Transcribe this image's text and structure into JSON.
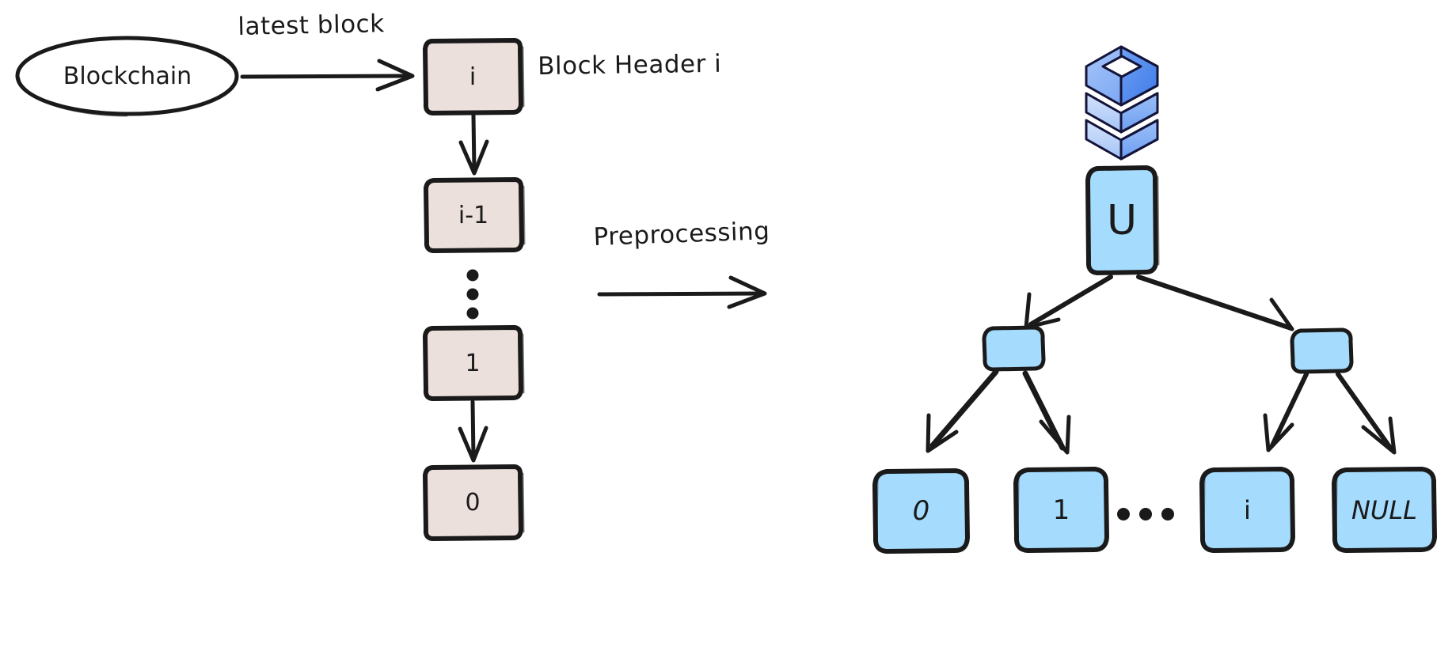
{
  "diagram": {
    "title": "Blockchain preprocessing into an accumulator tree",
    "background_color": "#ffffff",
    "stroke_color": "#1a1a1a",
    "block_fill": "#ece0dc",
    "tree_fill": "#a5dbfd",
    "icon_colors": {
      "top_dark": "#4a86f0",
      "top_mid": "#6fa0f4",
      "side_light": "#c3d7f8",
      "side_mid": "#9dc0f6",
      "outline": "#1a1a1a"
    }
  },
  "left": {
    "source_node": {
      "label": "Blockchain",
      "shape": "ellipse"
    },
    "edge_label": "latest block",
    "header_label": "Block Header i",
    "chain": [
      {
        "label": "i"
      },
      {
        "label": "i-1"
      },
      {
        "label": "⋮",
        "is_ellipsis": true
      },
      {
        "label": "1"
      },
      {
        "label": "0"
      }
    ]
  },
  "middle": {
    "process_label": "Preprocessing",
    "arrow": "right-arrow"
  },
  "right": {
    "icon_name": "layered-stack-icon",
    "root": {
      "label": "U"
    },
    "internal_nodes": [
      {
        "label": ""
      },
      {
        "label": ""
      }
    ],
    "leaves": [
      {
        "label": "0"
      },
      {
        "label": "1"
      },
      {
        "label": "⋯",
        "is_ellipsis": true
      },
      {
        "label": "i"
      },
      {
        "label": "NULL"
      }
    ]
  }
}
